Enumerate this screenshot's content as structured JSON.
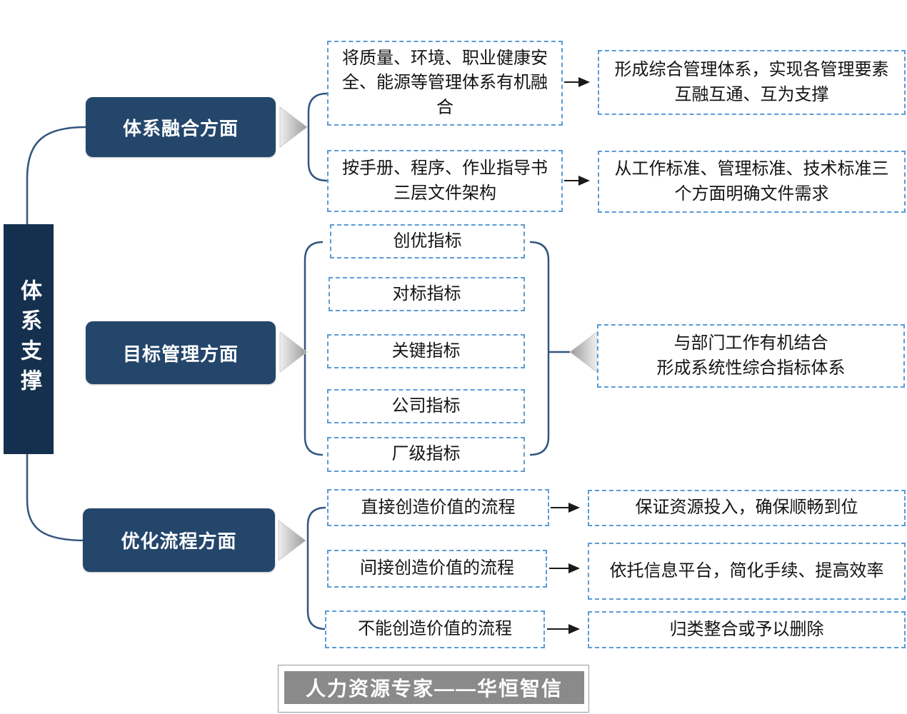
{
  "root_label": "体系支撑",
  "sections": {
    "integration": {
      "label": "体系融合方面",
      "rows": [
        {
          "left": "将质量、环境、职业健康安全、能源等管理体系有机融合",
          "right": "形成综合管理体系，实现各管理要素互融互通、互为支撑"
        },
        {
          "left": "按手册、程序、作业指导书三层文件架构",
          "right": "从工作标准、管理标准、技术标准三个方面明确文件需求"
        }
      ]
    },
    "target": {
      "label": "目标管理方面",
      "indicators": [
        "创优指标",
        "对标指标",
        "关键指标",
        "公司指标",
        "厂级指标"
      ],
      "summary_line1": "与部门工作有机结合",
      "summary_line2": "形成系统性综合指标体系"
    },
    "process": {
      "label": "优化流程方面",
      "rows": [
        {
          "left": "直接创造价值的流程",
          "right": "保证资源投入，确保顺畅到位"
        },
        {
          "left": "间接创造价值的流程",
          "right": "依托信息平台，简化手续、提高效率"
        },
        {
          "left": "不能创造价值的流程",
          "right": "归类整合或予以删除"
        }
      ]
    }
  },
  "footer": {
    "text": "人力资源专家——华恒智信"
  },
  "icons": {
    "silver_right_arrow": "triangle pointing right (silver gradient)",
    "silver_left_arrow": "triangle pointing left (silver gradient)",
    "flow_arrow": "thin black arrow with head"
  },
  "colors": {
    "root_box": "#15304e",
    "header_box": "#24466b",
    "dashed_border": "#5b9bd5",
    "bracket_line": "#32557f",
    "flow_arrow": "#1a1a1a",
    "footer_bg": "#8a8a8a"
  }
}
